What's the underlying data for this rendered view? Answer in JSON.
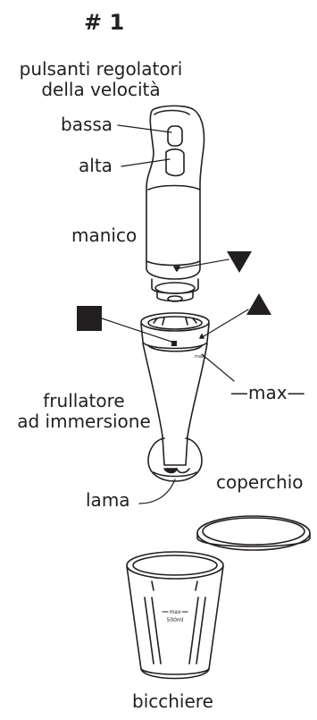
{
  "title": "# 1",
  "labels": {
    "speed_buttons_line1": "pulsanti regolatori",
    "speed_buttons_line2": "della velocità",
    "low": "bassa",
    "high": "alta",
    "handle": "manico",
    "max_marker": "—max—",
    "blender_line1": "frullatore",
    "blender_line2": "ad immersione",
    "blade": "lama",
    "lid": "coperchio",
    "cup": "bicchiere",
    "cup_max": "max",
    "cup_volume": "500ml"
  },
  "colors": {
    "ink": "#231f20",
    "background": "#ffffff"
  },
  "symbols": [
    "down-triangle",
    "square",
    "up-triangle"
  ]
}
